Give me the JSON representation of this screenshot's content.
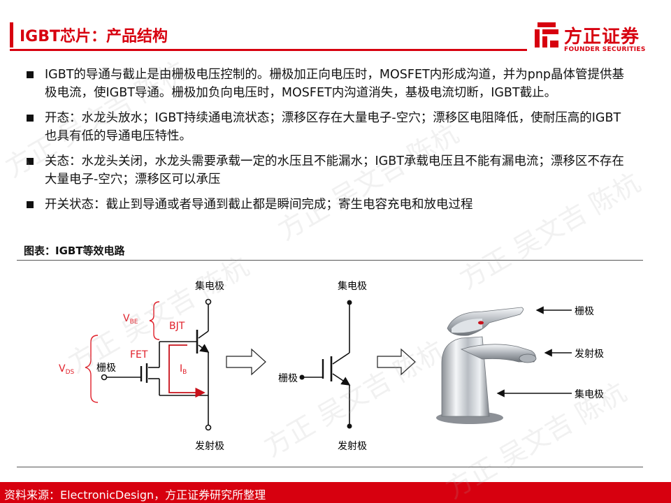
{
  "header": {
    "title": "IGBT芯片：产品结构",
    "logo_cn": "方正证券",
    "logo_en": "FOUNDER SECURITIES"
  },
  "bullets": [
    "IGBT的导通与截止是由栅极电压控制的。栅极加正向电压时，MOSFET内形成沟道，并为pnp晶体管提供基极电流，使IGBT导通。栅极加负向电压时，MOSFET内沟道消失，基极电流切断，IGBT截止。",
    "开态：水龙头放水；IGBT持续通电流状态；漂移区存在大量电子-空穴；漂移区电阻降低，使耐压高的IGBT也具有低的导通电压特性。",
    "关态：水龙头关闭，水龙头需要承载一定的水压且不能漏水；IGBT承载电压且不能有漏电流；漂移区不存在大量电子-空穴；漂移区可以承压",
    "开关状态：截止到导通或者导通到截止都是瞬间完成；寄生电容充电和放电过程"
  ],
  "figure": {
    "caption": "图表：IGBT等效电路",
    "circuit1": {
      "collector": "集电极",
      "emitter": "发射极",
      "gate": "栅极",
      "vbe": "V",
      "vbe_sub": "BE",
      "vds": "V",
      "vds_sub": "DS",
      "bjt": "BJT",
      "fet": "FET",
      "ib": "I",
      "ib_sub": "B"
    },
    "circuit2": {
      "collector": "集电极",
      "emitter": "发射极",
      "gate": "栅极"
    },
    "faucet": {
      "gate": "栅极",
      "emitter": "发射极",
      "collector": "集电极"
    }
  },
  "footer": {
    "source": "资料来源：ElectronicDesign，方正证券研究所整理"
  },
  "watermark": "方正 吴文吉 陈杭",
  "colors": {
    "brand_red": "#d7000f",
    "annotation_red": "#e0202a"
  }
}
